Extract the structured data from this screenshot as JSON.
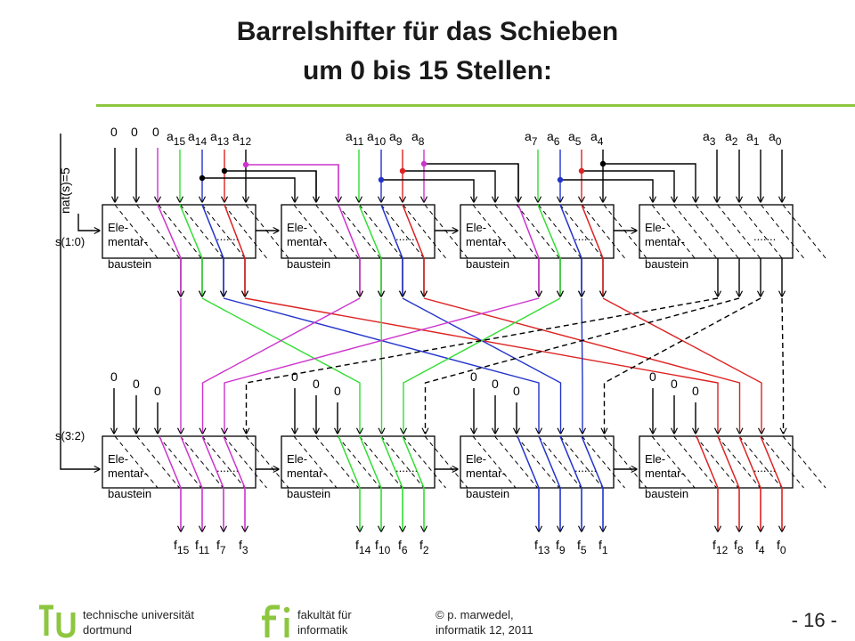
{
  "slide": {
    "title_line1": "Barrelshifter für das Schieben",
    "title_line2": "um 0 bis 15 Stellen:",
    "accent_color": "#8dc63f",
    "page_number": "- 16 -"
  },
  "diagram": {
    "colors": {
      "black": "#000000",
      "magenta": "#cc33cc",
      "green": "#33dd33",
      "blue": "#2233cc",
      "red": "#dd2222"
    },
    "control_labels": {
      "nat": "nat(s)=5",
      "s10": "s(1:0)",
      "s32": "s(3:2)"
    },
    "block_label": [
      "Ele-",
      "mentar-",
      "baustein"
    ],
    "block_dots": ".......",
    "inputs_top": [
      {
        "letter": "0",
        "sub": ""
      },
      {
        "letter": "0",
        "sub": ""
      },
      {
        "letter": "0",
        "sub": ""
      },
      {
        "letter": "a",
        "sub": "15"
      },
      {
        "letter": "a",
        "sub": "14"
      },
      {
        "letter": "a",
        "sub": "13"
      },
      {
        "letter": "a",
        "sub": "12"
      },
      {
        "letter": "a",
        "sub": "11"
      },
      {
        "letter": "a",
        "sub": "10"
      },
      {
        "letter": "a",
        "sub": "9"
      },
      {
        "letter": "a",
        "sub": "8"
      },
      {
        "letter": "a",
        "sub": "7"
      },
      {
        "letter": "a",
        "sub": "6"
      },
      {
        "letter": "a",
        "sub": "5"
      },
      {
        "letter": "a",
        "sub": "4"
      },
      {
        "letter": "a",
        "sub": "3"
      },
      {
        "letter": "a",
        "sub": "2"
      },
      {
        "letter": "a",
        "sub": "1"
      },
      {
        "letter": "a",
        "sub": "0"
      }
    ],
    "zero_labels_bottom": [
      "0",
      "0",
      "0",
      "0",
      "0",
      "0",
      "0",
      "0",
      "0",
      "0",
      "0",
      "0"
    ],
    "outputs": [
      {
        "letter": "f",
        "sub": "15"
      },
      {
        "letter": "f",
        "sub": "11"
      },
      {
        "letter": "f",
        "sub": "7"
      },
      {
        "letter": "f",
        "sub": "3"
      },
      {
        "letter": "f",
        "sub": "14"
      },
      {
        "letter": "f",
        "sub": "10"
      },
      {
        "letter": "f",
        "sub": "6"
      },
      {
        "letter": "f",
        "sub": "2"
      },
      {
        "letter": "f",
        "sub": "13"
      },
      {
        "letter": "f",
        "sub": "9"
      },
      {
        "letter": "f",
        "sub": "5"
      },
      {
        "letter": "f",
        "sub": "1"
      },
      {
        "letter": "f",
        "sub": "12"
      },
      {
        "letter": "f",
        "sub": "8"
      },
      {
        "letter": "f",
        "sub": "4"
      },
      {
        "letter": "f",
        "sub": "0"
      }
    ]
  },
  "footer": {
    "university_line1": "technische universität",
    "university_line2": "dortmund",
    "faculty_line1": "fakultät für",
    "faculty_line2": "informatik",
    "author_line1": "p. marwedel,",
    "author_line2": "informatik 12,  2011",
    "copyright_symbol": "©",
    "tu_logo": "tu",
    "fi_logo": "fi"
  }
}
